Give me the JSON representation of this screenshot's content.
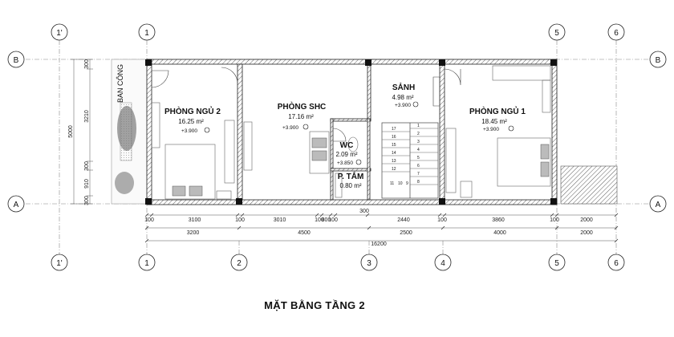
{
  "title": "MẶT BẰNG TẦNG 2",
  "grid_top": [
    "1'",
    "1",
    "5",
    "6"
  ],
  "grid_bottom": [
    "1'",
    "1",
    "2",
    "3",
    "4",
    "5",
    "6"
  ],
  "grid_left": [
    "B",
    "A"
  ],
  "grid_right": [
    "B",
    "A"
  ],
  "rooms": {
    "bedroom2": {
      "name": "PHÒNG NGỦ 2",
      "area": "16.25 m²",
      "level": "+3.900"
    },
    "shc": {
      "name": "PHÒNG SHC",
      "area": "17.16 m²",
      "level": "+3.900"
    },
    "lobby": {
      "name": "SẢNH",
      "area": "4.98 m²",
      "level": "+3.900"
    },
    "bedroom1": {
      "name": "PHÒNG NGỦ 1",
      "area": "18.45 m²",
      "level": "+3.900"
    },
    "wc": {
      "name": "WC",
      "area": "2.09 m²",
      "level": "+3.850"
    },
    "bath": {
      "name": "P. TẮM",
      "area": "0.80 m²"
    },
    "balcony": {
      "name": "BAN CÔNG"
    }
  },
  "dims": {
    "row1": [
      "100",
      "3100",
      "100",
      "3010",
      "100",
      "800",
      "100",
      "2440",
      "100",
      "3860",
      "100",
      "2000"
    ],
    "row1_top": "300",
    "row2": [
      "3200",
      "4500",
      "2500",
      "4000",
      "2000"
    ],
    "total": "16200",
    "left_total": "5000",
    "left": [
      "300",
      "3210",
      "300",
      "910",
      "300"
    ]
  },
  "stairs": [
    "17",
    "16",
    "15",
    "14",
    "13",
    "12",
    "11",
    "10",
    "9",
    "8",
    "7",
    "6",
    "5",
    "4",
    "3",
    "2",
    "1"
  ]
}
